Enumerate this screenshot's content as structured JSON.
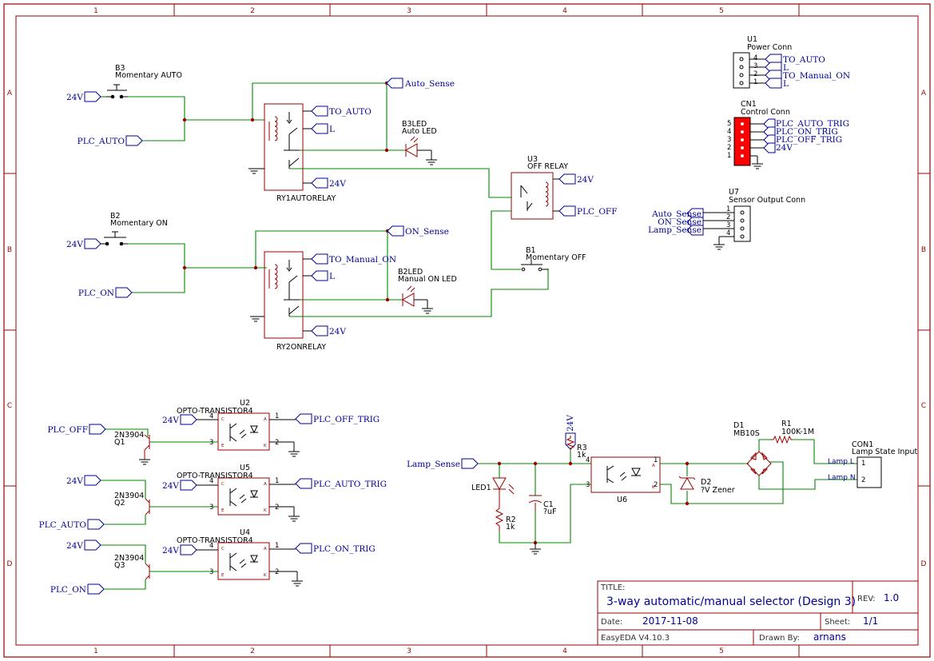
{
  "frame": {
    "cols": [
      "1",
      "2",
      "3",
      "4",
      "5"
    ],
    "rows": [
      "A",
      "B",
      "C",
      "D"
    ]
  },
  "components": {
    "B3": {
      "ref": "B3",
      "value": "Momentary AUTO"
    },
    "B2": {
      "ref": "B2",
      "value": "Momentary ON"
    },
    "B1": {
      "ref": "B1",
      "value": "Momentary OFF"
    },
    "RY1": {
      "ref": "RY1AUTORELAY"
    },
    "RY2": {
      "ref": "RY2ONRELAY"
    },
    "U3": {
      "ref": "U3",
      "value": "OFF RELAY"
    },
    "B3LED": {
      "ref": "B3LED",
      "value": "Auto LED"
    },
    "B2LED": {
      "ref": "B2LED",
      "value": "Manual ON LED"
    },
    "U1": {
      "ref": "U1",
      "value": "Power Conn"
    },
    "CN1": {
      "ref": "CN1",
      "value": "Control Conn"
    },
    "U7": {
      "ref": "U7",
      "value": "Sensor Output Conn"
    },
    "U2": {
      "ref": "U2",
      "value": "OPTO-TRANSISTOR4"
    },
    "U5": {
      "ref": "U5",
      "value": "OPTO-TRANSISTOR4"
    },
    "U4": {
      "ref": "U4",
      "value": "OPTO-TRANSISTOR4"
    },
    "Q1": {
      "ref": "Q1",
      "value": "2N3904"
    },
    "Q2": {
      "ref": "Q2",
      "value": "2N3904"
    },
    "Q3": {
      "ref": "Q3",
      "value": "2N3904"
    },
    "R3": {
      "ref": "R3",
      "value": "1k"
    },
    "R2": {
      "ref": "R2",
      "value": "1k"
    },
    "R1": {
      "ref": "R1",
      "value": "100K-1M"
    },
    "LED1": {
      "ref": "LED1"
    },
    "C1": {
      "ref": "C1",
      "value": "?uF"
    },
    "U6": {
      "ref": "U6"
    },
    "D1": {
      "ref": "D1",
      "value": "MB10S"
    },
    "D2": {
      "ref": "D2",
      "value": "?V Zener"
    },
    "CON1": {
      "ref": "CON1",
      "value": "Lamp State Input"
    }
  },
  "nets": {
    "v24": "24V",
    "plc_auto": "PLC_AUTO",
    "plc_on": "PLC_ON",
    "plc_off": "PLC_OFF",
    "auto_sense": "Auto_Sense",
    "on_sense": "ON_Sense",
    "lamp_sense": "Lamp_Sense",
    "to_auto": "TO_AUTO",
    "to_manual_on": "TO_Manual_ON",
    "l": "L",
    "plc_auto_trig": "PLC_AUTO_TRIG",
    "plc_on_trig": "PLC_ON_TRIG",
    "plc_off_trig": "PLC_OFF_TRIG",
    "lamp_l": "Lamp L",
    "lamp_n": "Lamp N"
  },
  "pins": {
    "p1": "1",
    "p2": "2",
    "p3": "3",
    "p4": "4",
    "p5": "5",
    "c": "C",
    "e": "E",
    "a": "A",
    "k": "K"
  },
  "title_block": {
    "title_label": "TITLE:",
    "title": "3-way automatic/manual selector (Design 3)",
    "rev_label": "REV:",
    "rev": "1.0",
    "date_label": "Date:",
    "date": "2017-11-08",
    "sheet_label": "Sheet:",
    "sheet": "1/1",
    "tool": "EasyEDA V4.10.3",
    "drawn_label": "Drawn By:",
    "drawn_by": "arnans"
  },
  "colors": {
    "frame": "#990000",
    "wire": "#008800",
    "net_label": "#000099",
    "connector_highlight": "#ff0000"
  }
}
